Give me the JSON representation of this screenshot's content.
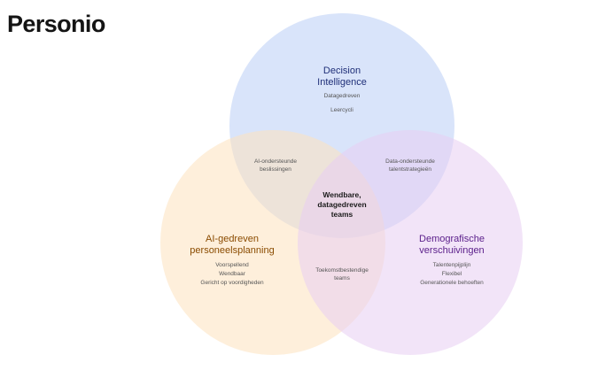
{
  "brand": {
    "logo_text": "Personio"
  },
  "colors": {
    "blue": "#b9cdf6",
    "orange": "#fde2bd",
    "purple": "#e8cdf3",
    "title_blue": "#1f2f78",
    "title_orange": "#8a4b00",
    "title_purple": "#5a1e8a"
  },
  "circles": {
    "top": {
      "title_line1": "Decision",
      "title_line2": "Intelligence",
      "item1": "Datagedreven",
      "item2": "Leercycli"
    },
    "left": {
      "title_line1": "AI-gedreven",
      "title_line2": "personeelsplanning",
      "item1": "Voorspellend",
      "item2": "Wendbaar",
      "item3": "Gericht op voordigheden"
    },
    "right": {
      "title_line1": "Demografische",
      "title_line2": "verschuivingen",
      "item1": "Talentenpijplijn",
      "item2": "Flexibel",
      "item3": "Generationele behoeften"
    }
  },
  "overlaps": {
    "top_left": {
      "line1": "AI-ondersteunde",
      "line2": "beslissingen"
    },
    "top_right": {
      "line1": "Data-ondersteunde",
      "line2": "talentstrategieën"
    },
    "left_right": {
      "line1": "Toekomstbestendige",
      "line2": "teams"
    },
    "center": {
      "line1": "Wendbare,",
      "line2": "datagedreven",
      "line3": "teams"
    }
  }
}
